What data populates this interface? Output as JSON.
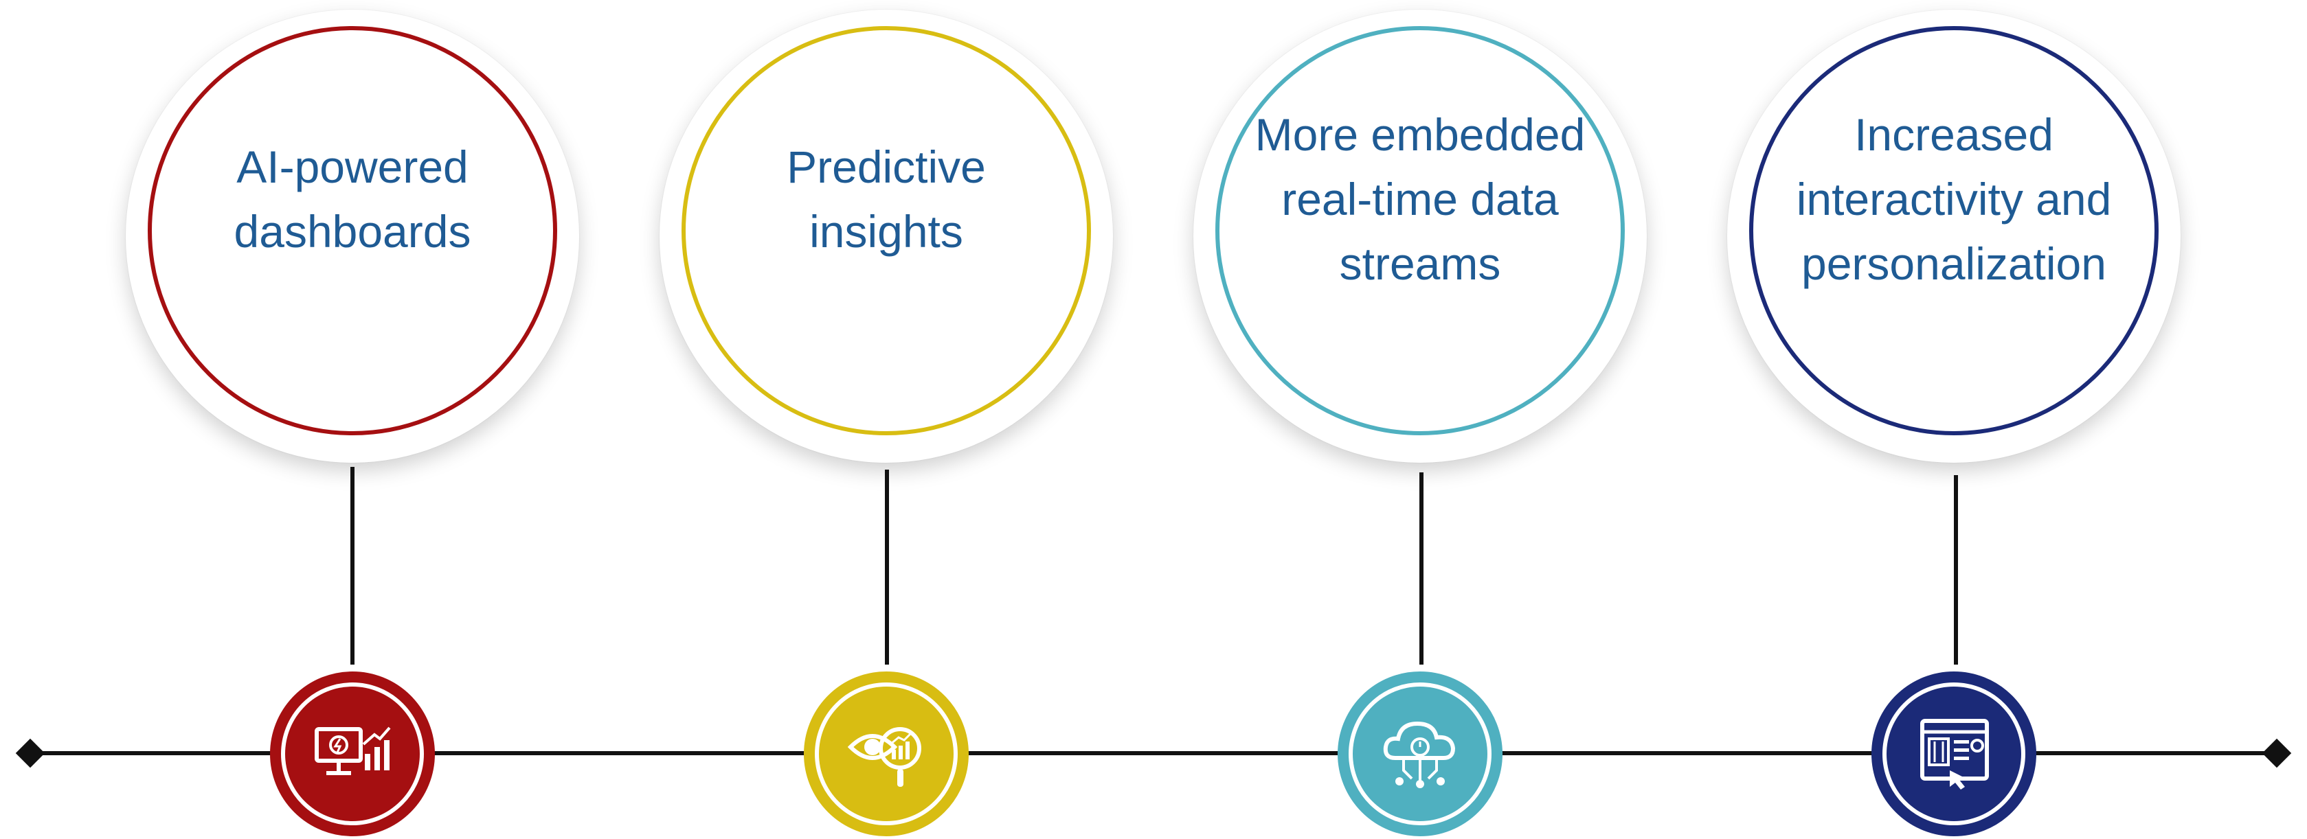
{
  "items": [
    {
      "label": "AI-powered\ndashboards",
      "color": "#a50f11",
      "icon": "dashboard-monitor-icon"
    },
    {
      "label": "Predictive\ninsights",
      "color": "#d8bd12",
      "icon": "predictive-eye-chart-icon"
    },
    {
      "label": "More embedded\nreal-time data\nstreams",
      "color": "#4fb0c0",
      "icon": "cloud-data-stream-icon"
    },
    {
      "label": "Increased\ninteractivity and\npersonalization",
      "color": "#1b2a78",
      "icon": "interactive-dashboard-icon"
    }
  ]
}
